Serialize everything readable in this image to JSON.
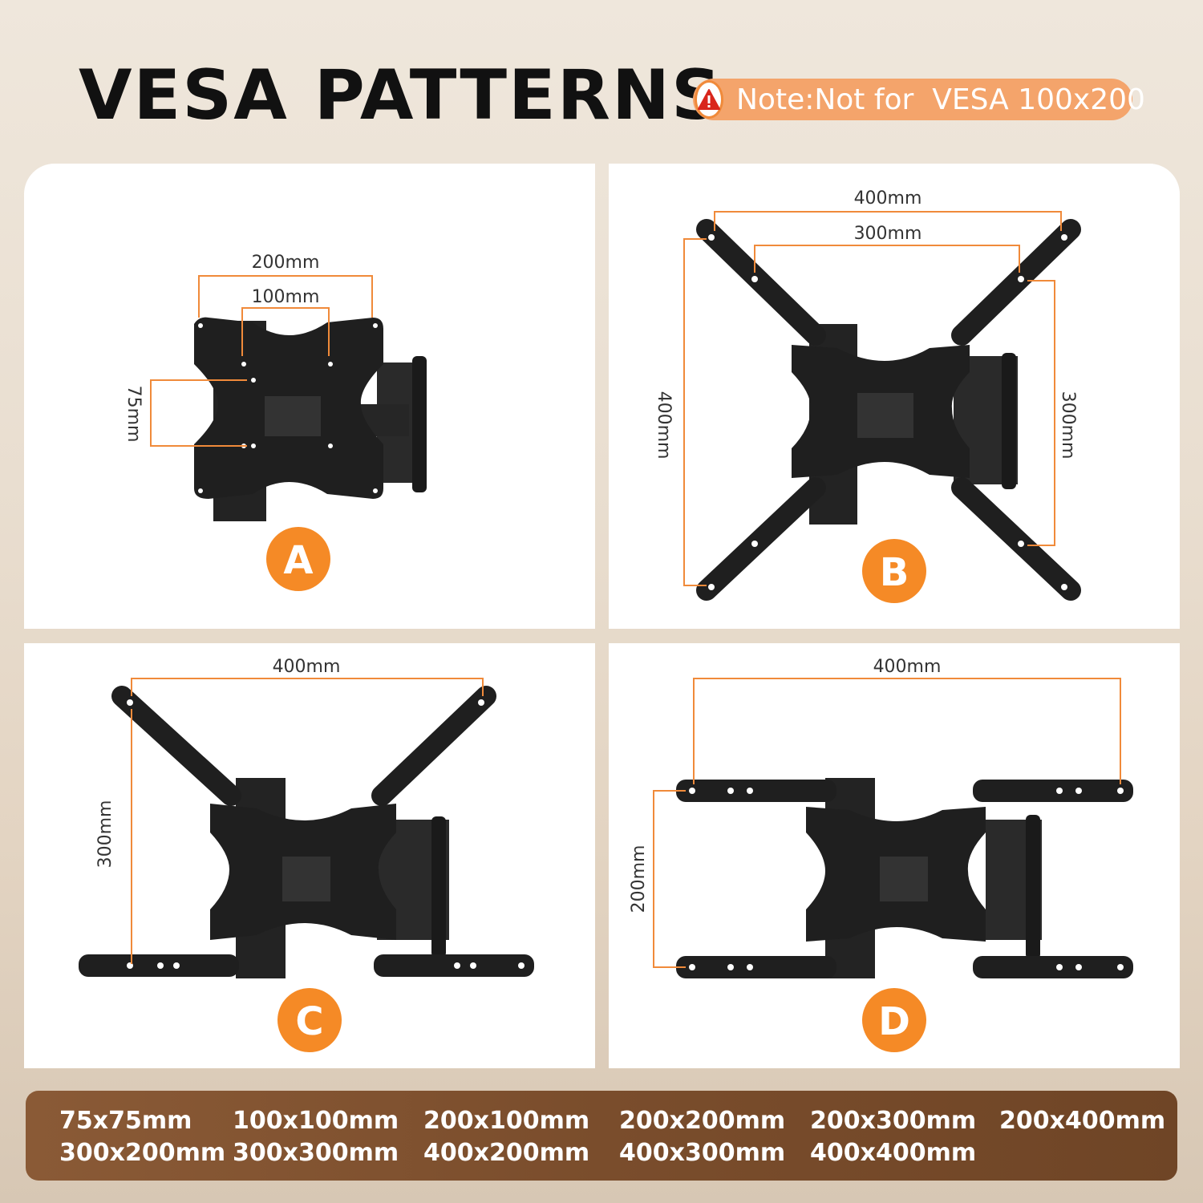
{
  "title": "VESA PATTERNS",
  "note": "Note:Not for  VESA 100x200",
  "colors": {
    "accent": "#f08a3a",
    "note_bg": "#f4a46b",
    "bar": "#7a4d2c",
    "mount": "#1f1f1f"
  },
  "panels": {
    "a": {
      "badge": "A",
      "dims": [
        "200mm",
        "100mm",
        "75mm"
      ]
    },
    "b": {
      "badge": "B",
      "dims": [
        "400mm",
        "300mm",
        "400mm",
        "300mm"
      ]
    },
    "c": {
      "badge": "C",
      "dims": [
        "400mm",
        "300mm"
      ]
    },
    "d": {
      "badge": "D",
      "dims": [
        "400mm",
        "200mm"
      ]
    }
  },
  "sizes": {
    "row1": [
      "75x75mm",
      "100x100mm",
      "200x100mm",
      "200x200mm",
      "200x300mm",
      "200x400mm"
    ],
    "row2": [
      "300x200mm",
      "300x300mm",
      "400x200mm",
      "400x300mm",
      "400x400mm"
    ]
  }
}
